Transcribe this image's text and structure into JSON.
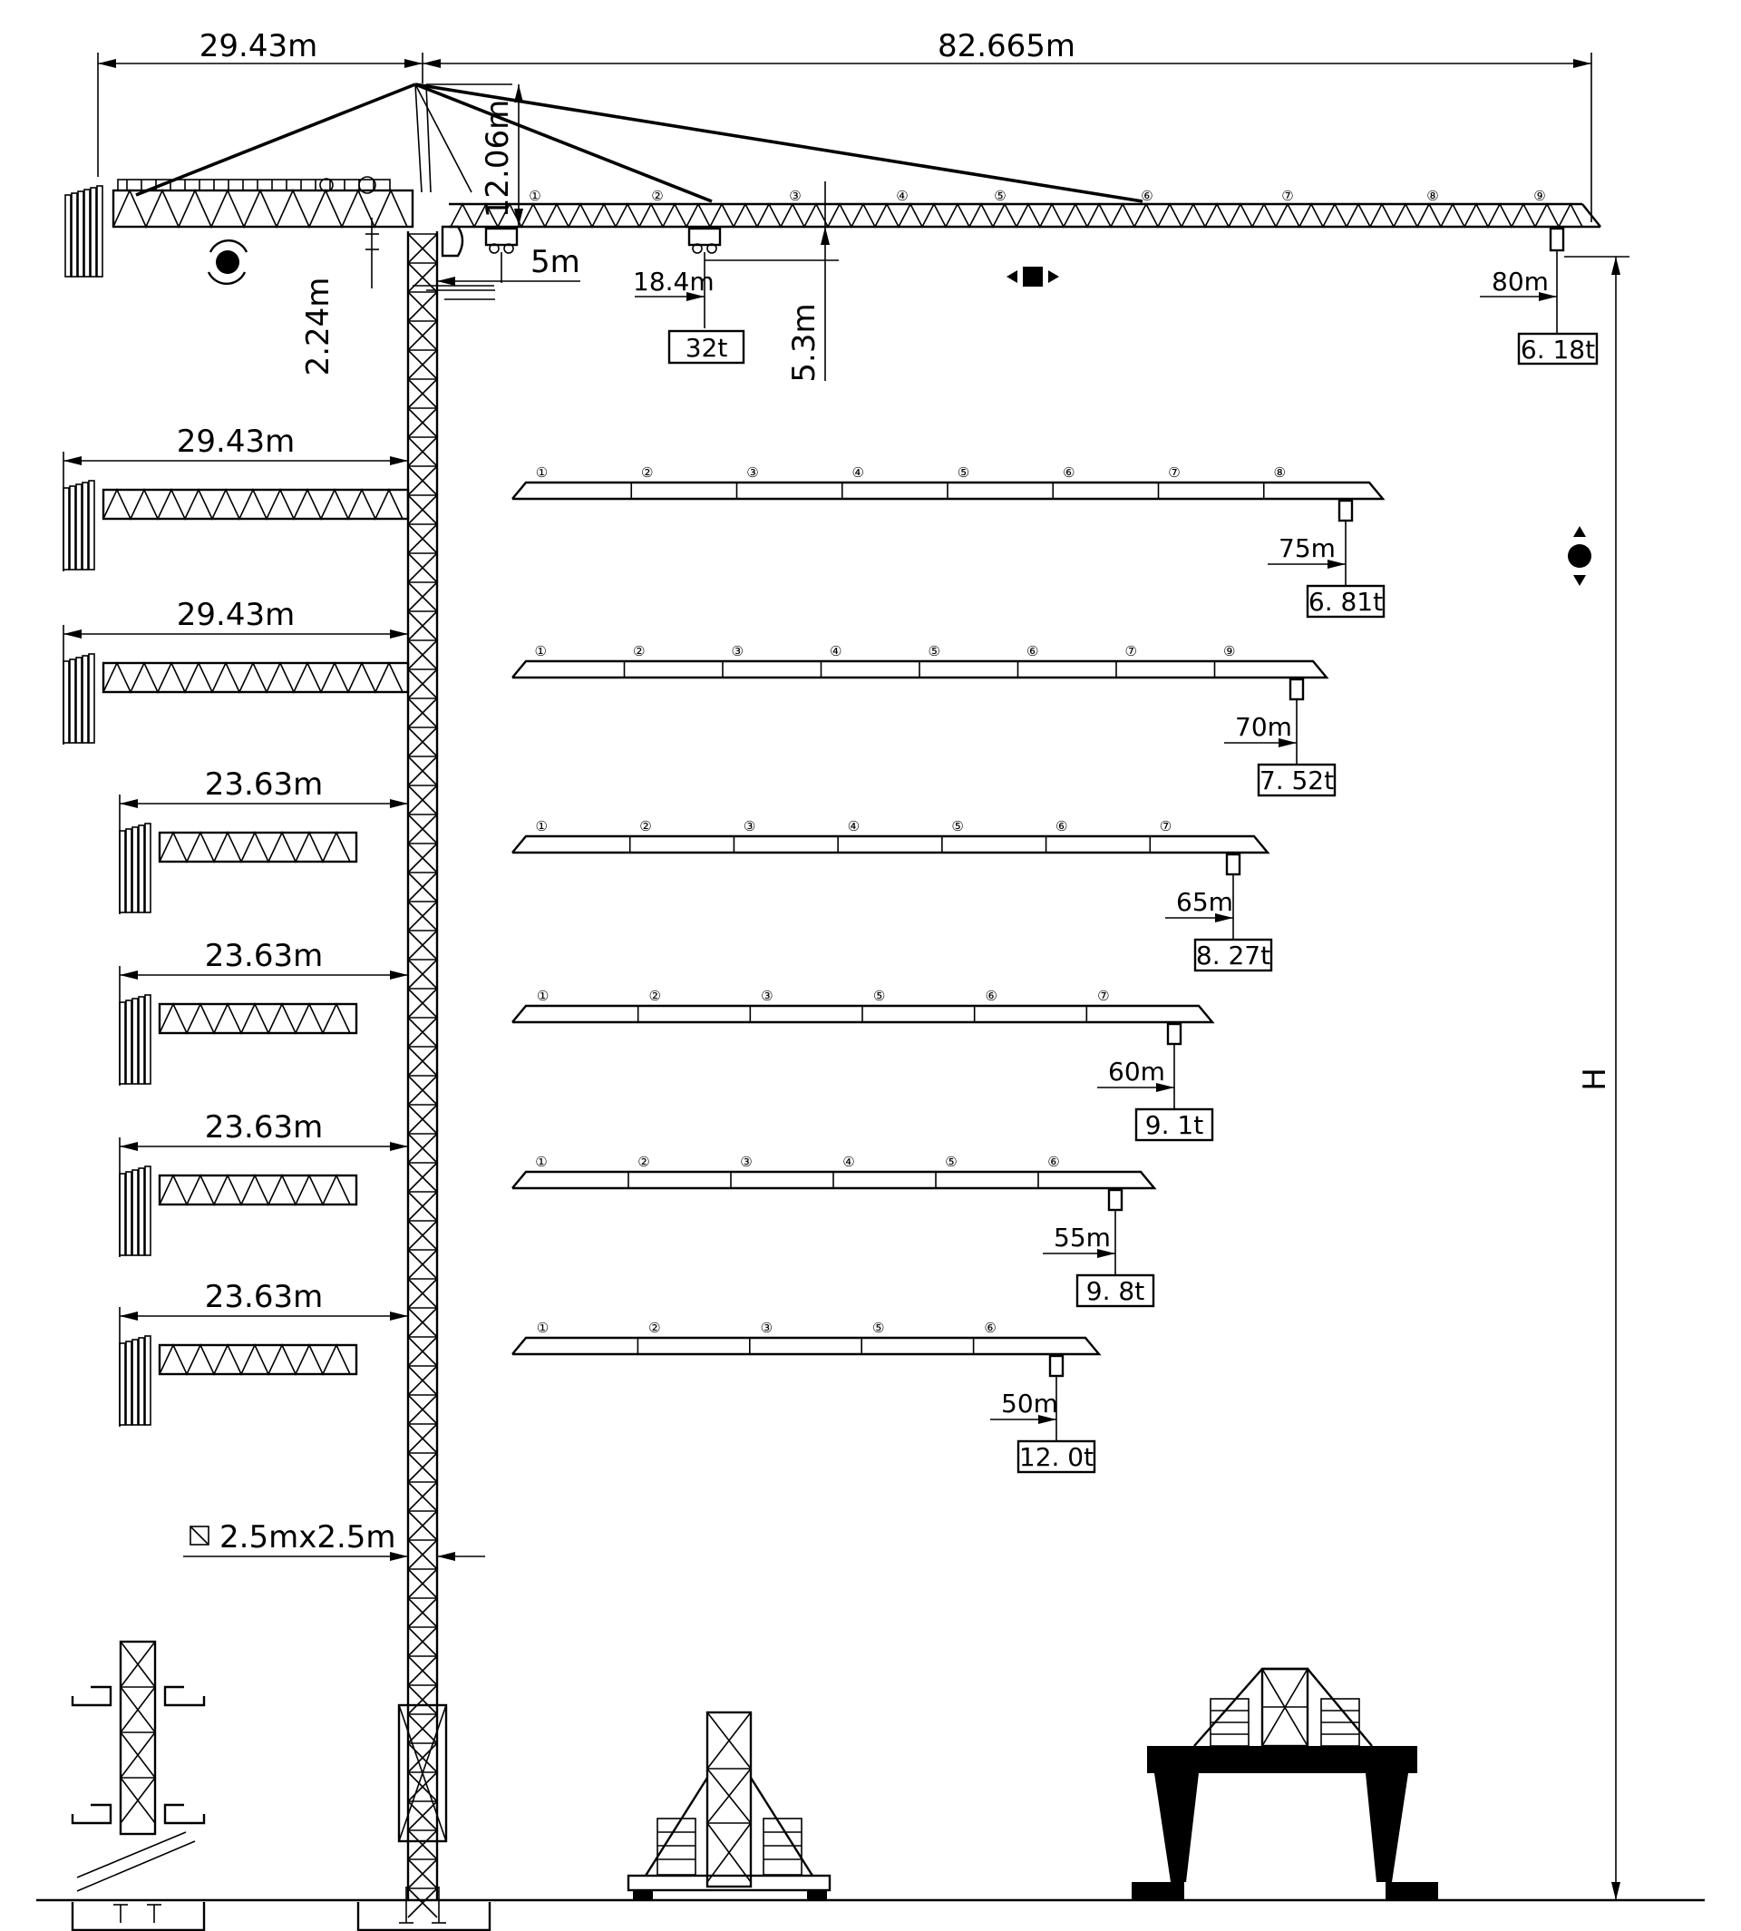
{
  "top": {
    "counter_jib_length": "29.43m",
    "jib_length": "82.665m",
    "tower_head_height": "12.06m",
    "pivot_offset": "2.24m",
    "trolley_offset": "5m",
    "jib_depth": "5.3m",
    "max_load_radius": "18.4m",
    "max_load": "32t",
    "tip_radius": "80m",
    "tip_load": "6. 18t",
    "segments": [
      "①",
      "②",
      "③",
      "④",
      "⑤",
      "⑥",
      "⑦",
      "⑧",
      "⑨"
    ]
  },
  "counter_jibs": [
    "29.43m",
    "29.43m",
    "23.63m",
    "23.63m",
    "23.63m",
    "23.63m"
  ],
  "jib_configs": [
    {
      "segments": [
        "①",
        "②",
        "③",
        "④",
        "⑤",
        "⑥",
        "⑦",
        "⑧"
      ],
      "radius": "75m",
      "load": "6. 81t"
    },
    {
      "segments": [
        "①",
        "②",
        "③",
        "④",
        "⑤",
        "⑥",
        "⑦",
        "⑨"
      ],
      "radius": "70m",
      "load": "7. 52t"
    },
    {
      "segments": [
        "①",
        "②",
        "③",
        "④",
        "⑤",
        "⑥",
        "⑦"
      ],
      "radius": "65m",
      "load": "8. 27t"
    },
    {
      "segments": [
        "①",
        "②",
        "③",
        "⑤",
        "⑥",
        "⑦"
      ],
      "radius": "60m",
      "load": "9. 1t"
    },
    {
      "segments": [
        "①",
        "②",
        "③",
        "④",
        "⑤",
        "⑥"
      ],
      "radius": "55m",
      "load": "9. 8t"
    },
    {
      "segments": [
        "①",
        "②",
        "③",
        "⑤",
        "⑥"
      ],
      "radius": "50m",
      "load": "12. 0t"
    }
  ],
  "mast_section": "2.5mx2.5m",
  "height_label": "H",
  "icons": [
    "slewing-icon",
    "trolley-travel-icon",
    "hoist-icon"
  ]
}
